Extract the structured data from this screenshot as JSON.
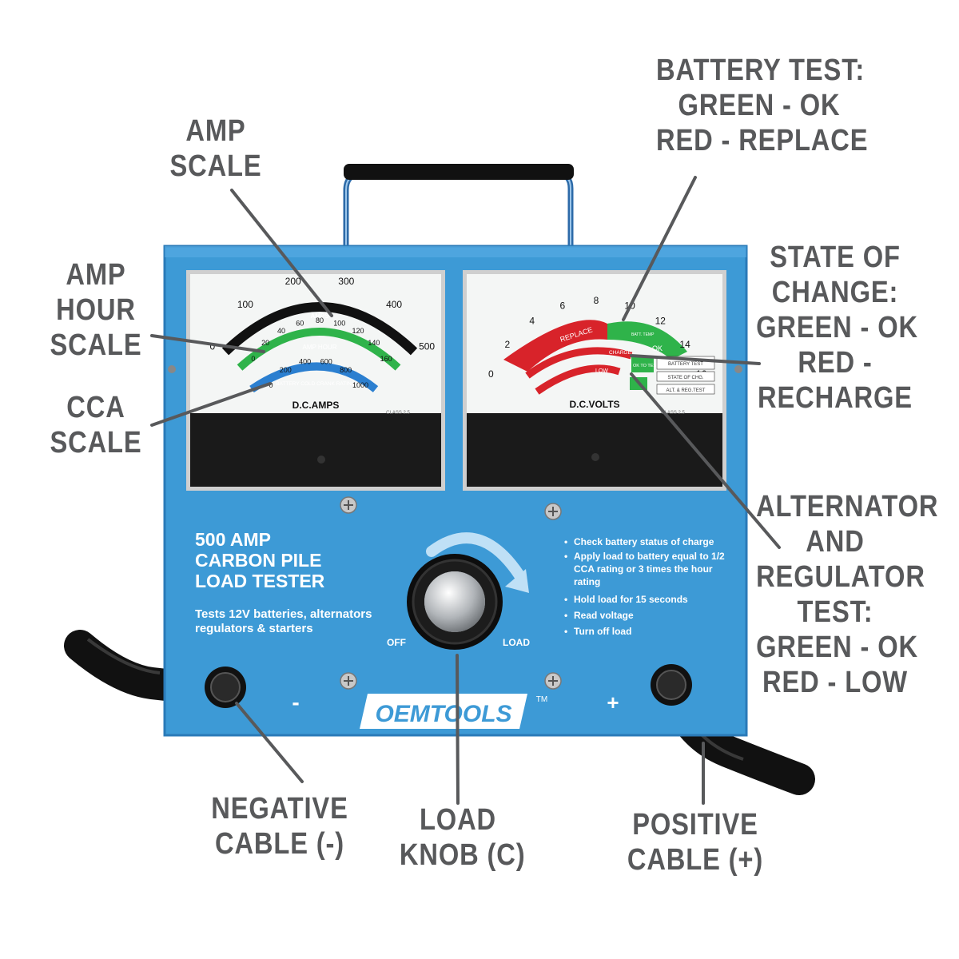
{
  "callouts": {
    "amp_scale": [
      "AMP",
      "SCALE"
    ],
    "amp_hour_scale": [
      "AMP",
      "HOUR",
      "SCALE"
    ],
    "cca_scale": [
      "CCA",
      "SCALE"
    ],
    "battery_test": [
      "BATTERY TEST:",
      "GREEN - OK",
      "RED - REPLACE"
    ],
    "state_of_change": [
      "STATE OF",
      "CHANGE:",
      "GREEN - OK",
      "RED -",
      "RECHARGE"
    ],
    "alternator_test": [
      "ALTERNATOR",
      "AND",
      "REGULATOR",
      "TEST:",
      "GREEN - OK",
      "RED - LOW"
    ],
    "negative_cable": [
      "NEGATIVE",
      "CABLE (-)"
    ],
    "load_knob": [
      "LOAD",
      "KNOB (C)"
    ],
    "positive_cable": [
      "POSITIVE",
      "CABLE (+)"
    ]
  },
  "amp_meter": {
    "amps_ticks": [
      "0",
      "100",
      "200",
      "300",
      "400",
      "500"
    ],
    "amps_label": "AMPS",
    "amp_hour_ticks": [
      "0",
      "20",
      "40",
      "60",
      "80",
      "100",
      "120",
      "140",
      "160"
    ],
    "amp_hour_label": "AMP HOUR",
    "cca_ticks": [
      "0",
      "200",
      "400",
      "600",
      "800",
      "1000"
    ],
    "cca_label": "BATTERY COLD CRANK RATING",
    "dial_label": "D.C.AMPS",
    "class_label": "CLASS 2.5"
  },
  "volt_meter": {
    "volt_ticks": [
      "0",
      "2",
      "4",
      "6",
      "8",
      "10",
      "12",
      "14",
      "16"
    ],
    "replace_label": "REPLACE",
    "ok_label": "OK",
    "charge_label": "CHARGE",
    "low_label": "LOW",
    "ok_to_test_label": "OK TO TEST",
    "legend": [
      "BATTERY TEST",
      "STATE OF CHG.",
      "ALT. & REG.TEST"
    ],
    "batt_temp_label": "BATT. TEMP",
    "dial_label": "D.C.VOLTS",
    "class_label": "CLASS 2.5"
  },
  "panel": {
    "title": [
      "500 AMP",
      "CARBON PILE",
      "LOAD TESTER"
    ],
    "subtitle": [
      "Tests 12V batteries, alternators",
      "regulators & starters"
    ],
    "instructions": [
      "Check battery status of charge",
      "Apply load to battery equal to 1/2 CCA rating or 3 times the hour rating",
      "Hold load for 15 seconds",
      "Read voltage",
      "Turn off load"
    ],
    "off_label": "OFF",
    "load_label": "LOAD",
    "minus_label": "-",
    "plus_label": "+",
    "brand": "OEMTOOLS",
    "trademark": "TM"
  },
  "colors": {
    "panel_blue": "#3d9ad6",
    "callout_gray": "#58595b",
    "scale_green": "#2fb34a",
    "scale_red": "#d8232a",
    "scale_blue": "#2b7fd0"
  }
}
